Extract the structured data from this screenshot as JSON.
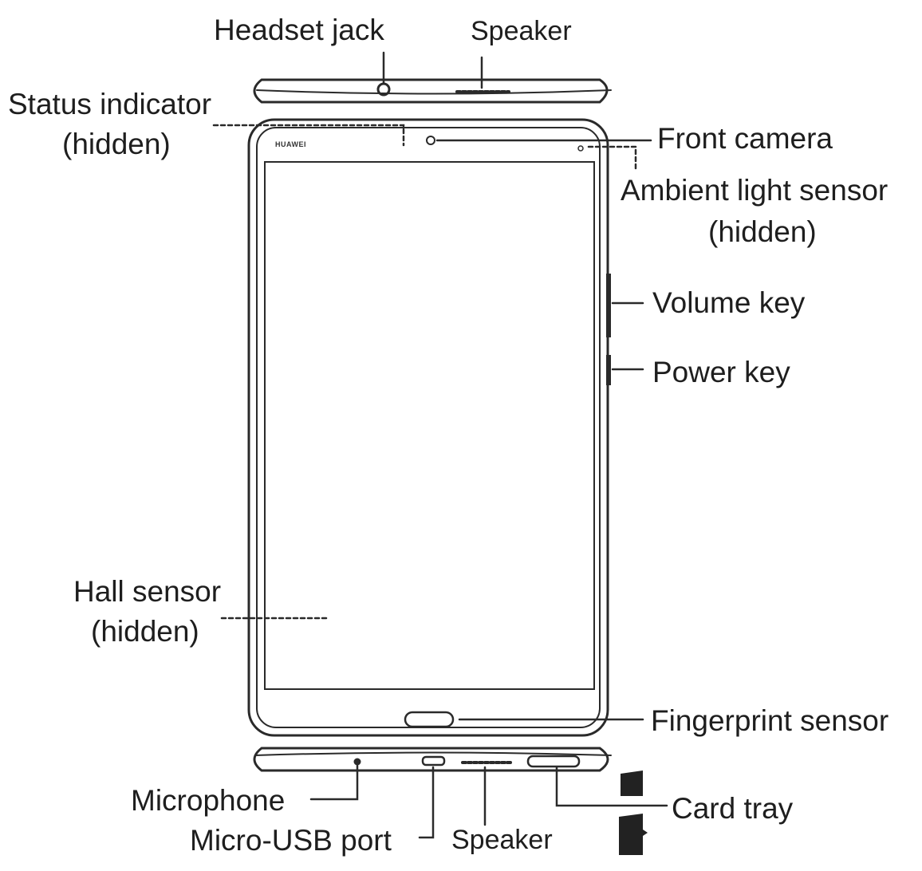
{
  "diagram": {
    "brand": "HUAWEI",
    "labels": {
      "headset_jack": "Headset jack",
      "top_speaker": "Speaker",
      "status_indicator": "Status indicator",
      "status_indicator_note": "(hidden)",
      "front_camera": "Front camera",
      "ambient_light_sensor": "Ambient light sensor",
      "ambient_light_sensor_note": "(hidden)",
      "volume_key": "Volume key",
      "power_key": "Power key",
      "hall_sensor": "Hall sensor",
      "hall_sensor_note": "(hidden)",
      "fingerprint_sensor": "Fingerprint sensor",
      "microphone": "Microphone",
      "card_tray": "Card tray",
      "micro_usb_port": "Micro-USB port",
      "bottom_speaker": "Speaker"
    }
  }
}
